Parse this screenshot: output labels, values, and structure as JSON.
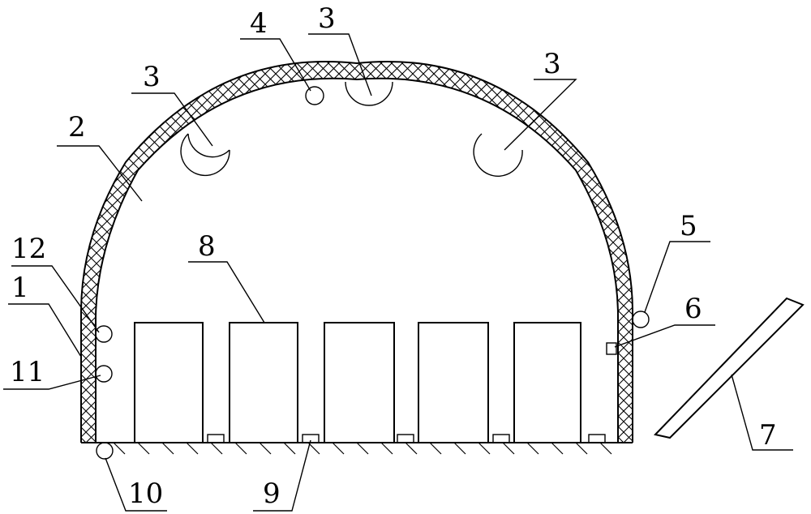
{
  "labels": {
    "l1": "1",
    "l2": "2",
    "l3a": "3",
    "l3b": "3",
    "l3c": "3",
    "l4": "4",
    "l5": "5",
    "l6": "6",
    "l7": "7",
    "l8": "8",
    "l9": "9",
    "l10": "10",
    "l11": "11",
    "l12": "12"
  }
}
